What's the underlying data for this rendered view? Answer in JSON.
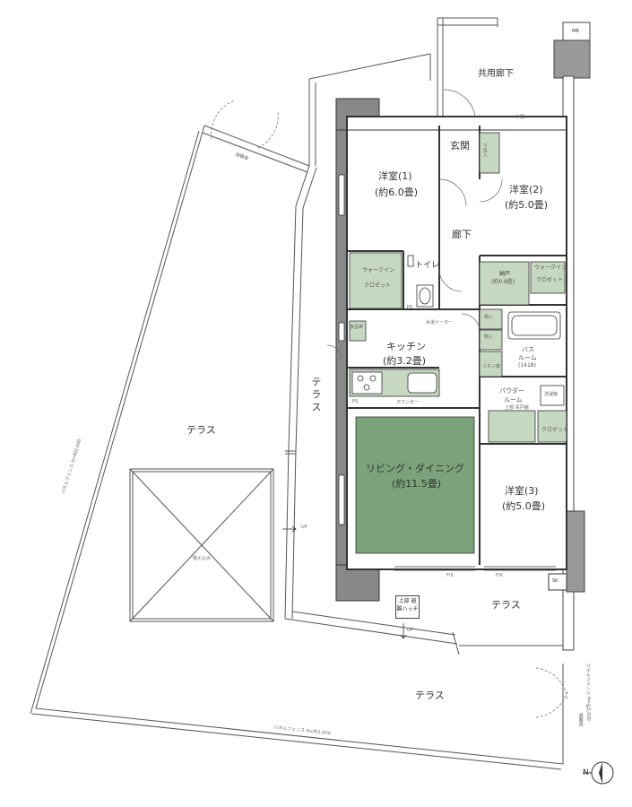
{
  "rooms": {
    "common_corridor": "共用廊下",
    "entrance": "玄関",
    "western1_name": "洋室(1)",
    "western1_size": "(約6.0畳)",
    "western2_name": "洋室(2)",
    "western2_size": "(約5.0畳)",
    "western3_name": "洋室(3)",
    "western3_size": "(約5.0畳)",
    "hallway": "廊下",
    "toilet": "トイレ",
    "kitchen_name": "キッチン",
    "kitchen_size": "(約3.2畳)",
    "living_name": "リビング・ダイニング",
    "living_size": "(約11.5畳)",
    "storage_name": "納戸",
    "storage_size": "(約0.8畳)",
    "walkin1_a": "ウォークイン",
    "walkin1_b": "クロゼット",
    "walkin2_a": "ウォークイン",
    "walkin2_b": "クロゼット",
    "bath_a": "バス",
    "bath_b": "ルーム",
    "bath_size": "(1418)",
    "powder_a": "パウダー",
    "powder_b": "ルーム",
    "closet": "クロゼット",
    "shoes": "下足入",
    "storage_in1": "物入",
    "storage_in2": "物入",
    "linen": "リネン庫",
    "ps1": "PS",
    "ps2": "PS",
    "counter": "カウンター",
    "pantry": "食品庫"
  },
  "terraces": {
    "terrace_left": "テラス",
    "terrace_vertical": "テラス",
    "terrace_right": "テラス",
    "terrace_bottom": "テラス"
  },
  "annotations": {
    "mb": "MB",
    "sk": "SK",
    "up1": "UP",
    "up2": "UP",
    "fix1": "FIX",
    "fix2": "FIX",
    "planting": "植え込み",
    "fence1": "パネルフェンス H=約2,000",
    "fence2": "パネルフェンス H=約2,000",
    "fence3": "パネルフェンス H=約2,000",
    "hatch": "上部 避難ハッチ",
    "vent_door": "避難扉",
    "vent_door2": "避難扉",
    "water": "水道メーター",
    "washer": "洗濯機",
    "floor_heat": "上部 吊戸棚",
    "handrail": "手摺",
    "compass_n": "N"
  }
}
